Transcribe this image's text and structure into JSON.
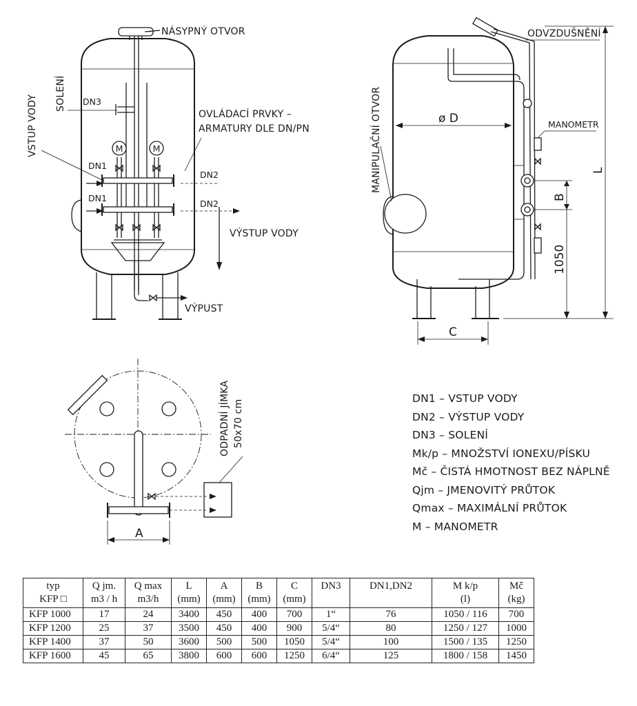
{
  "diagram": {
    "front_view": {
      "label_nasypny": "NÁSYPNÝ OTVOR",
      "label_soleni": "SOLENÍ",
      "label_vstup": "VSTUP VODY",
      "label_dn3": "DN3",
      "label_ovladaci_1": "OVLÁDACÍ PRVKY –",
      "label_ovladaci_2": "ARMATURY DLE DN/PN",
      "label_dn1_a": "DN1",
      "label_dn1_b": "DN1",
      "label_dn2_a": "DN2",
      "label_dn2_b": "DN2",
      "label_vystup": "VÝSTUP VODY",
      "label_vypust": "VÝPUST",
      "gauge_a": "M",
      "gauge_b": "M"
    },
    "side_view": {
      "label_odvzdusneni": "ODVZDUŠNĚNÍ",
      "label_manipulacni": "MANIPULAČNÍ OTVOR",
      "label_diameter": "ø D",
      "label_manometr": "MANOMETR",
      "dim_L": "L",
      "dim_B": "B",
      "dim_1050": "1050",
      "dim_C": "C"
    },
    "top_view": {
      "label_jimka_1": "ODPADNÍ JÍMKA",
      "label_jimka_2": "50x70 cm",
      "dim_A": "A"
    }
  },
  "legend": [
    "DN1 – VSTUP VODY",
    "DN2 – VÝSTUP VODY",
    "DN3 – SOLENÍ",
    "Mk/p – MNOŽSTVÍ IONEXU/PÍSKU",
    "Mč – ČISTÁ HMOTNOST BEZ NÁPLNĚ",
    "Qjm – JMENOVITÝ PRŮTOK",
    "Qmax – MAXIMÁLNÍ PRŮTOK",
    "M – MANOMETR"
  ],
  "table": {
    "headers": [
      [
        "typ",
        "KFP □"
      ],
      [
        "Q jm.",
        "m3 / h"
      ],
      [
        "Q max",
        "m3/h"
      ],
      [
        "L",
        "(mm)"
      ],
      [
        "A",
        "(mm)"
      ],
      [
        "B",
        "(mm)"
      ],
      [
        "C",
        "(mm)"
      ],
      [
        "DN3",
        ""
      ],
      [
        "DN1,DN2",
        ""
      ],
      [
        "M k/p",
        "(l)"
      ],
      [
        "Mč",
        "(kg)"
      ]
    ],
    "rows": [
      [
        "KFP 1000",
        "17",
        "24",
        "3400",
        "450",
        "400",
        "700",
        "1“",
        "76",
        "1050 / 116",
        "700"
      ],
      [
        "KFP 1200",
        "25",
        "37",
        "3500",
        "450",
        "400",
        "900",
        "5/4“",
        "80",
        "1250 / 127",
        "1000"
      ],
      [
        "KFP 1400",
        "37",
        "50",
        "3600",
        "500",
        "500",
        "1050",
        "5/4“",
        "100",
        "1500 / 135",
        "1250"
      ],
      [
        "KFP 1600",
        "45",
        "65",
        "3800",
        "600",
        "600",
        "1250",
        "6/4“",
        "125",
        "1800 / 158",
        "1450"
      ]
    ]
  }
}
